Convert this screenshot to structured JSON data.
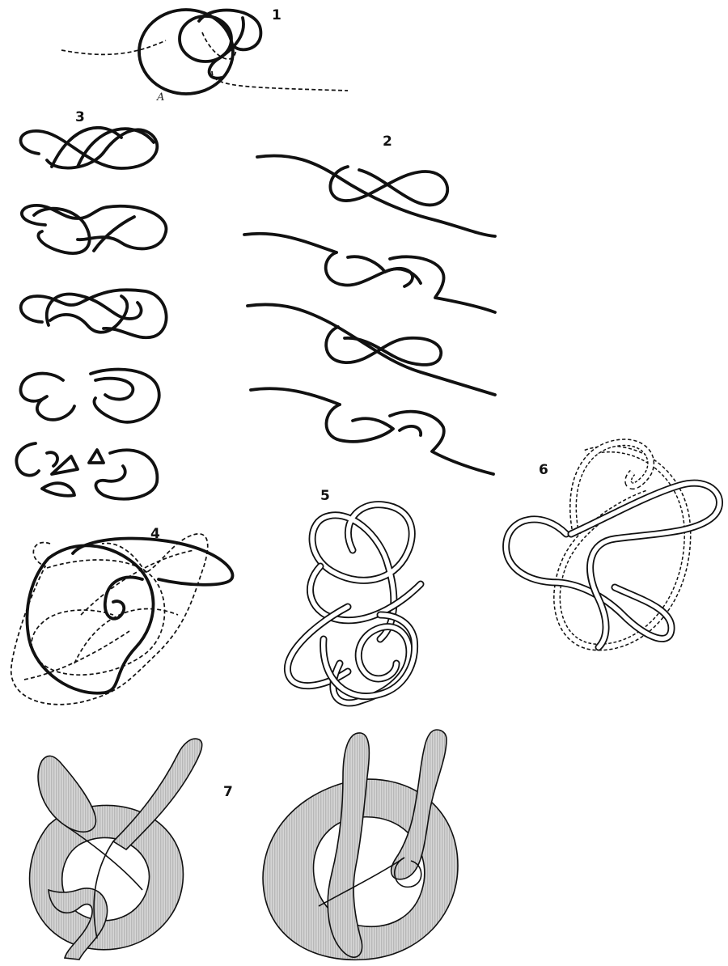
{
  "figures": [
    {
      "label": "1",
      "sub_label": "A"
    },
    {
      "label": "2"
    },
    {
      "label": "3"
    },
    {
      "label": "4"
    },
    {
      "label": "5"
    },
    {
      "label": "6"
    },
    {
      "label": "7"
    }
  ],
  "colors": {
    "ink": "#111111",
    "paper": "#ffffff",
    "shading": "#cfcfcf"
  }
}
